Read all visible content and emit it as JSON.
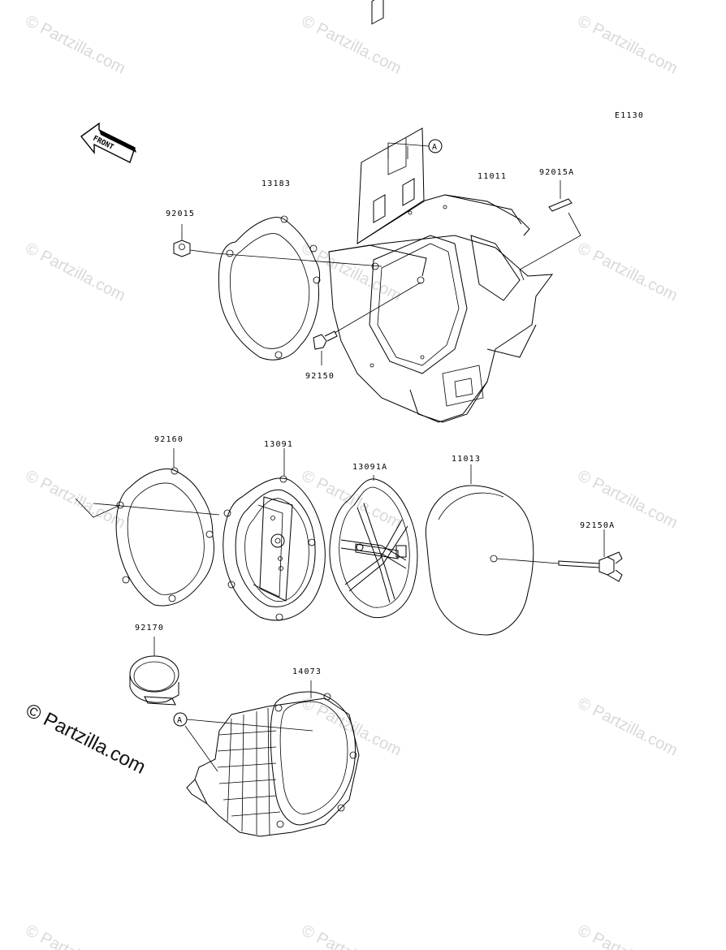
{
  "diagram": {
    "code": "E1130",
    "front_label": "FRONT",
    "reference_marker": "A",
    "copyright": "© Partzilla.com",
    "watermark": "© Partzilla.com",
    "parts": {
      "p13183": "13183",
      "p11011": "11011",
      "p92015A": "92015A",
      "p92015": "92015",
      "p92150": "92150",
      "p92160": "92160",
      "p13091": "13091",
      "p13091A": "13091A",
      "p11013": "11013",
      "p92150A": "92150A",
      "p92170": "92170",
      "p14073": "14073"
    }
  }
}
